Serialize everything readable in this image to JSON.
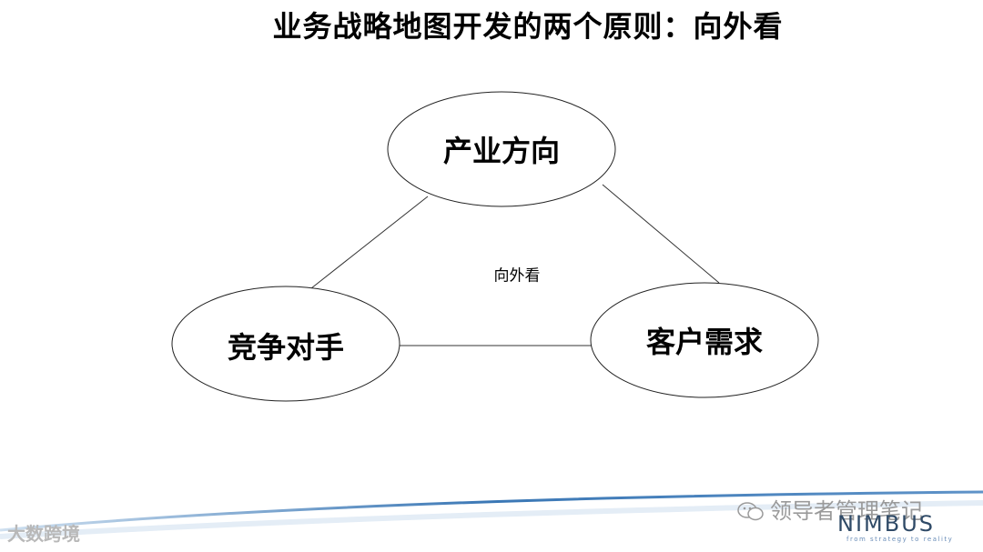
{
  "title": "业务战略地图开发的两个原则：向外看",
  "nodes": {
    "top": "产业方向",
    "left": "竞争对手",
    "right": "客户需求"
  },
  "center_label": "向外看",
  "watermarks": {
    "left": "大数跨境",
    "right": "领导者管理笔记"
  },
  "logo": {
    "name": "NIMBUS",
    "tagline": "from strategy to reality"
  },
  "colors": {
    "wave_blue": "#3a77b5",
    "logo_navy": "#2f4a67"
  }
}
